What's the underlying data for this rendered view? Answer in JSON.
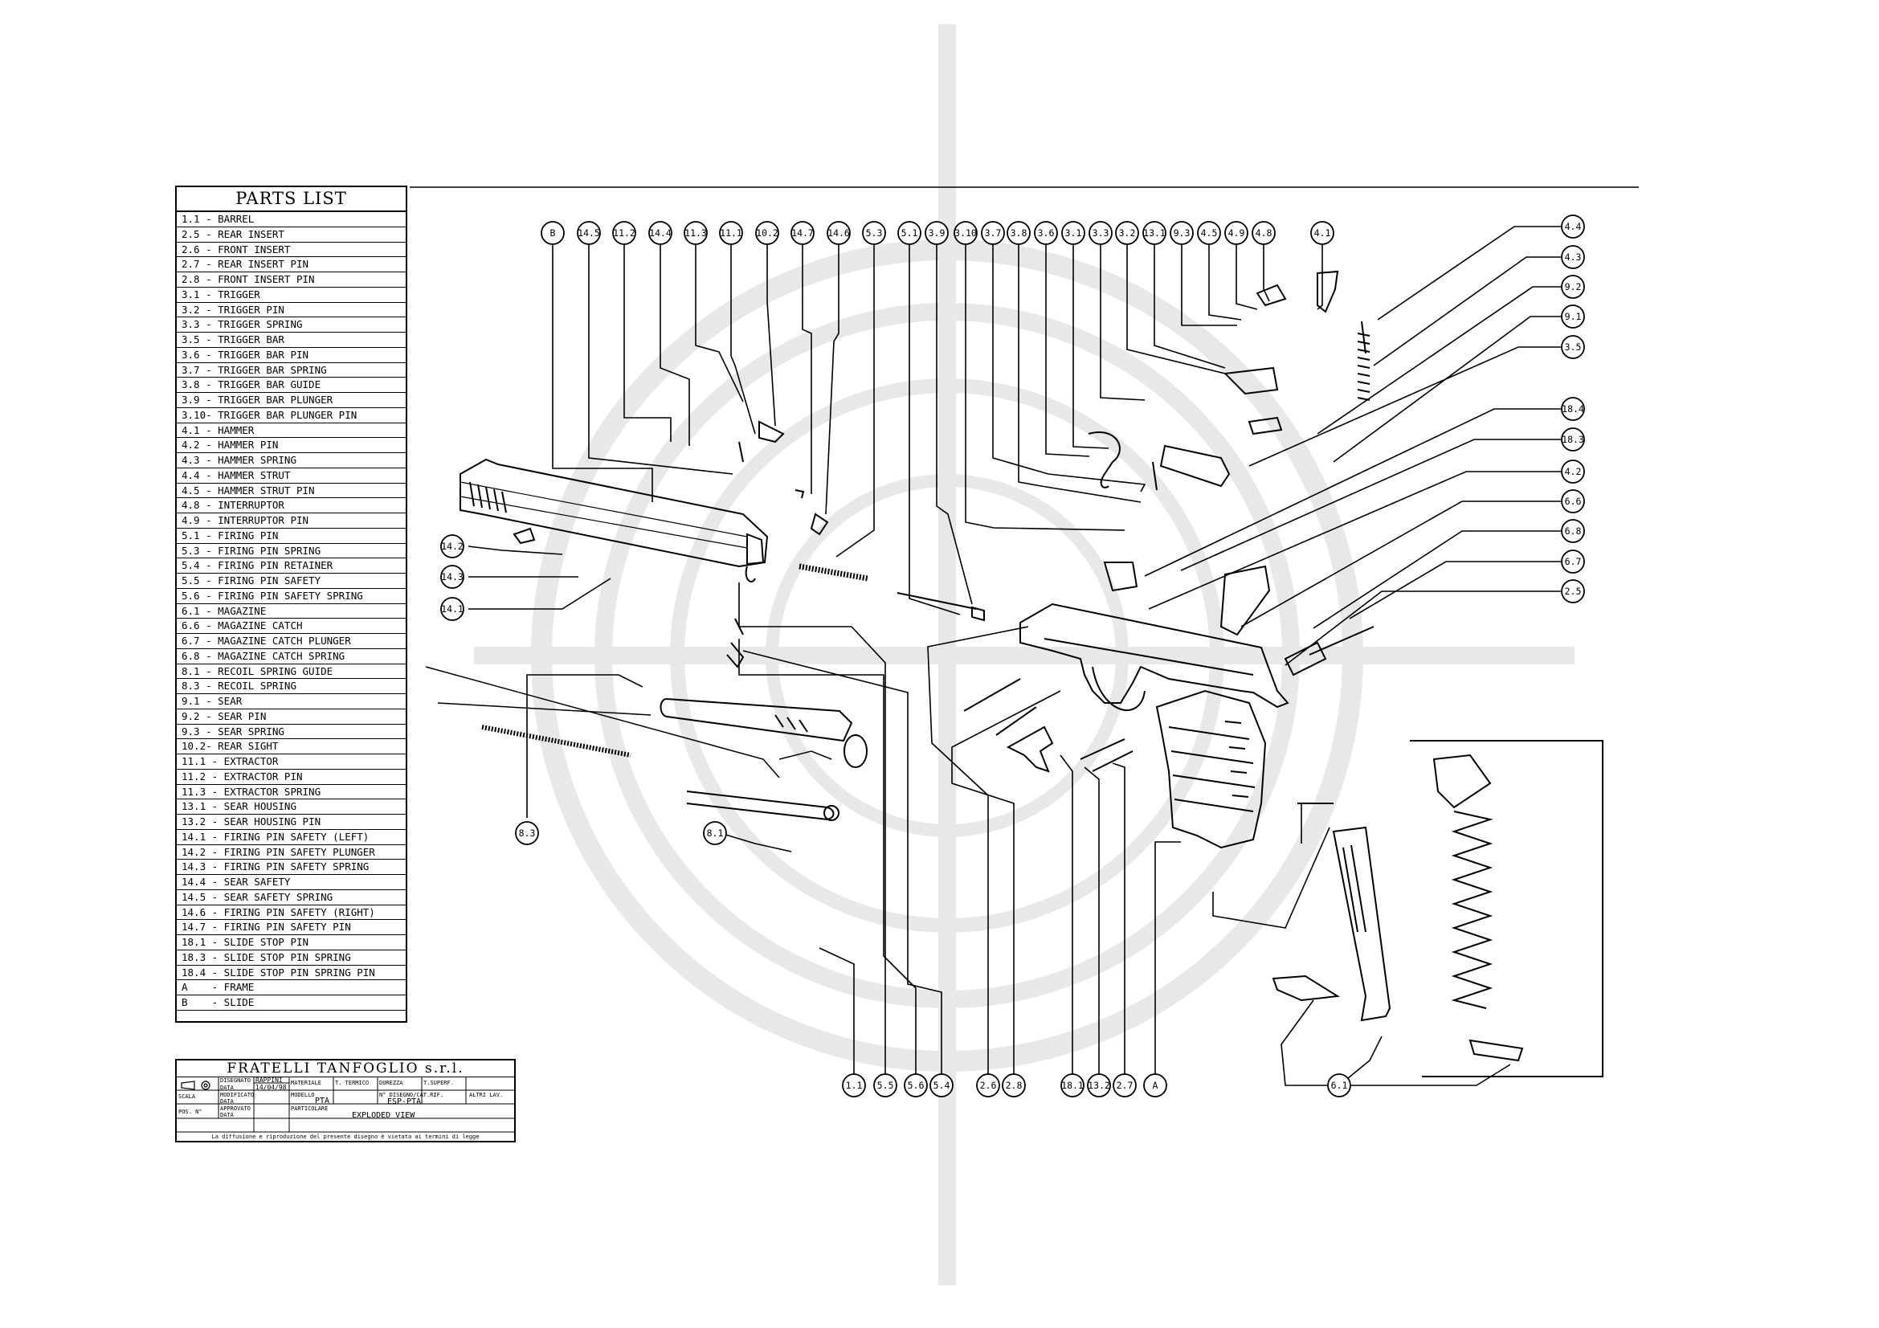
{
  "parts_list": {
    "title": "PARTS LIST",
    "rows": [
      "1.1 - BARREL",
      "2.5 - REAR INSERT",
      "2.6 - FRONT INSERT",
      "2.7 - REAR INSERT PIN",
      "2.8 - FRONT INSERT PIN",
      "3.1 - TRIGGER",
      "3.2 - TRIGGER PIN",
      "3.3 - TRIGGER SPRING",
      "3.5 - TRIGGER BAR",
      "3.6 - TRIGGER BAR PIN",
      "3.7 - TRIGGER BAR SPRING",
      "3.8 - TRIGGER BAR GUIDE",
      "3.9 - TRIGGER BAR PLUNGER",
      "3.10- TRIGGER BAR PLUNGER PIN",
      "4.1 - HAMMER",
      "4.2 - HAMMER PIN",
      "4.3 - HAMMER SPRING",
      "4.4 - HAMMER STRUT",
      "4.5 - HAMMER STRUT PIN",
      "4.8 - INTERRUPTOR",
      "4.9 - INTERRUPTOR PIN",
      "5.1 - FIRING PIN",
      "5.3 - FIRING PIN SPRING",
      "5.4 - FIRING PIN RETAINER",
      "5.5 - FIRING PIN SAFETY",
      "5.6 - FIRING PIN SAFETY SPRING",
      "6.1 - MAGAZINE",
      "6.6 - MAGAZINE CATCH",
      "6.7 - MAGAZINE CATCH PLUNGER",
      "6.8 - MAGAZINE CATCH SPRING",
      "8.1 - RECOIL SPRING GUIDE",
      "8.3 - RECOIL SPRING",
      "9.1 - SEAR",
      "9.2 - SEAR PIN",
      "9.3 - SEAR SPRING",
      "10.2- REAR SIGHT",
      "11.1 - EXTRACTOR",
      "11.2 - EXTRACTOR PIN",
      "11.3 - EXTRACTOR SPRING",
      "13.1 - SEAR HOUSING",
      "13.2 - SEAR HOUSING PIN",
      "14.1 - FIRING PIN SAFETY (LEFT)",
      "14.2 - FIRING PIN SAFETY PLUNGER",
      "14.3 - FIRING PIN SAFETY SPRING",
      "14.4 - SEAR SAFETY",
      "14.5 - SEAR SAFETY SPRING",
      "14.6 - FIRING PIN SAFETY (RIGHT)",
      "14.7 - FIRING PIN SAFETY PIN",
      "18.1 - SLIDE STOP PIN",
      "18.3 - SLIDE STOP PIN SPRING",
      "18.4 - SLIDE STOP PIN SPRING PIN",
      "A    - FRAME",
      "B    - SLIDE"
    ]
  },
  "callouts": {
    "top": [
      "B",
      "14.5",
      "11.2",
      "14.4",
      "11.3",
      "11.1",
      "10.2",
      "14.7",
      "14.6",
      "5.3",
      "5.1",
      "3.9",
      "3.10",
      "3.7",
      "3.8",
      "3.6",
      "3.1",
      "3.3",
      "3.2",
      "13.1",
      "9.3",
      "4.5",
      "4.9",
      "4.8",
      "4.1"
    ],
    "right": [
      "4.4",
      "4.3",
      "9.2",
      "9.1",
      "3.5",
      "18.4",
      "18.3",
      "4.2",
      "6.6",
      "6.8",
      "6.7",
      "2.5"
    ],
    "left": [
      "14.2",
      "14.3",
      "14.1"
    ],
    "bottom": [
      "1.1",
      "5.5",
      "5.6",
      "5.4",
      "2.6",
      "2.8",
      "18.1",
      "13.2",
      "2.7",
      "A",
      "6.1"
    ],
    "mid": [
      "8.3",
      "8.1"
    ]
  },
  "title_block": {
    "company": "FRATELLI TANFOGLIO s.r.l.",
    "disegnato": "DISEGNATO",
    "disegnato_name": "RAPPINI",
    "data_label": "DATA",
    "data_value": "14/04/98",
    "materiale": "MATERIALE",
    "t_termico": "T. TERMICO",
    "durezza": "DUREZZA",
    "t_superf": "T.SUPERF.",
    "scala": "SCALA",
    "modificato": "MODIFICATO",
    "modello": "MODELLO",
    "modello_value": "PTA",
    "n_disegno": "N° DISEGNO/CAT.RIF.",
    "n_disegno_value": "ESP-PTA",
    "altri_lav": "ALTRI LAV.",
    "pos": "POS. N°",
    "approvato": "APPROVATO",
    "particolare": "PARTICOLARE",
    "particolare_value": "EXPLODED VIEW",
    "footer": "La diffusione e riproduzione del presente disegno è vietata ai termini di legge"
  }
}
